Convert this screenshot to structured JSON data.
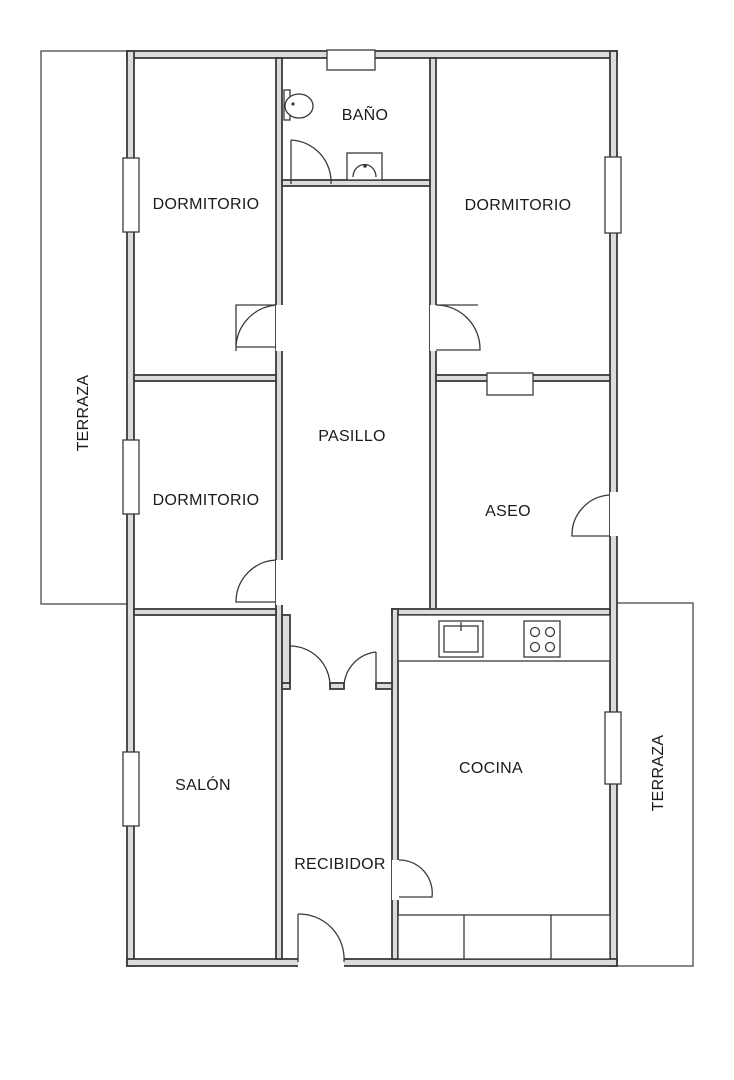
{
  "plan": {
    "rooms": {
      "dormitorio_1": "DORMITORIO",
      "bano": "BAÑO",
      "dormitorio_2": "DORMITORIO",
      "dormitorio_3": "DORMITORIO",
      "pasillo": "PASILLO",
      "aseo": "ASEO",
      "salon": "SALÓN",
      "cocina": "COCINA",
      "recibidor": "RECIBIDOR"
    },
    "terraces": {
      "left": "TERRAZA",
      "right": "TERRAZA"
    }
  }
}
